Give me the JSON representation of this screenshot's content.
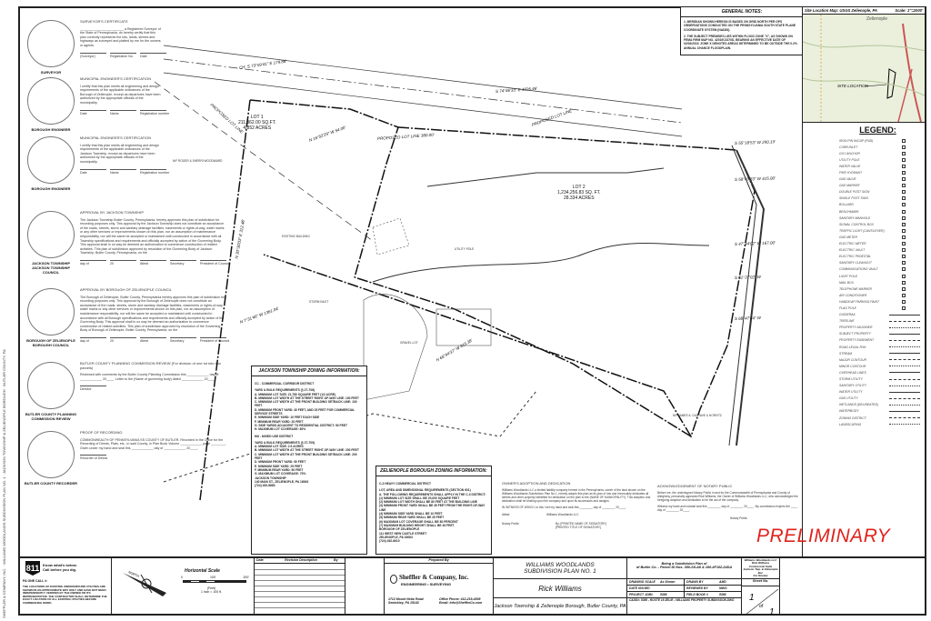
{
  "side_text": "SHEFFLER & COMPANY, INC. · WILLIAMS WOODLANDS SUBDIVISION PLAN NO. 1 · JACKSON TOWNSHIP & ZELIENOPLE BOROUGH · BUTLER COUNTY, PA",
  "certificates": [
    {
      "seal": "SURVEYOR",
      "title": "SURVEYOR'S CERTIFICATE",
      "text": "________________________ a Registered Surveyor of the State of Pennsylvania, do hereby certify that this plan correctly represents the lots, lands, streets and highways as surveyed and platted by me for the owners or agents.",
      "lines": [
        "(Surveyor)",
        "Registration No.",
        "Date"
      ]
    },
    {
      "seal": "BOROUGH ENGINEER",
      "title": "MUNICIPAL ENGINEER'S CERTIFICATION",
      "text": "I certify that this plan meets all engineering and design requirements of the applicable ordinances of the Borough of Zelienople, except as departures have been authorized by the appropriate officials of the municipality.",
      "lines": [
        "Date",
        "Name",
        "Registration number"
      ]
    },
    {
      "seal": "BOROUGH ENGINEER",
      "title": "MUNICIPAL ENGINEER'S CERTIFICATION",
      "text": "I certify that this plan meets all engineering and design requirements of the applicable ordinances of the Jackson Township, except as departures have been authorized by the appropriate officials of the municipality.",
      "lines": [
        "Date",
        "Name",
        "Registration number"
      ]
    },
    {
      "seal": "JACKSON TOWNSHIP JACKSON TOWNSHIP COUNCIL",
      "title": "APPROVAL BY JACKSON TOWNSHIP",
      "text": "The Jackson Township Butler County, Pennsylvania, hereby approves this plan of subdivision for recording purposes only. This approval by the Jackson Township does not constitute an acceptance of the roads, streets, storm and sanitary drainage facilities, easements or rights-of-way, water mains or any other services or improvements shown on this plan, nor an assumption of maintenance responsibility, nor will the same be accepted or maintained until constructed in accordance with all Township specifications and requirements and officially accepted by action of the Governing Body. This approval shall in no way be deemed an authorization to commence construction of related activities. This plan of subdivision approved by resolution of the Governing Body of Jackson Township, Butler County, Pennsylvania, on the",
      "lines": [
        "day of",
        "20",
        "Attest",
        "Secretary",
        "President of Council"
      ]
    },
    {
      "seal": "BOROUGH OF ZELIENOPLE BOROUGH COUNCIL",
      "title": "APPROVAL BY BOROUGH OF ZELIENOPLE COUNCIL",
      "text": "The Borough of Zelienople, Butler County, Pennsylvania hereby approves this plan of subdivision for recording purposes only. This approval by the Borough of Zelienople does not constitute an acceptance of the roads, streets, storm and sanitary drainage facilities, easements or rights-of-way, water mains or any other services or improvements shown on this plan, nor an assumption of maintenance responsibility, nor will the same be accepted or maintained until constructed in accordance with all Borough specifications and requirements and officially accepted by action of the Governing Body. This approval shall in no way be deemed an authorization to commence construction of related activities. This plan of subdivision approved by resolution of the Governing Body of Borough of Zelienople, Butler County, Pennsylvania, on the",
      "lines": [
        "day of",
        "20",
        "Attest",
        "Secretary",
        "President of Council"
      ]
    },
    {
      "seal": "BUTLER COUNTY PLANNING COMMISSION REVIEW",
      "title": "BUTLER COUNTY PLANNING COMMISSION REVIEW (For division of one lot into two parcels)",
      "text": "Reviewed with comments by the Butler County Planning Commission this ____________ day of ____________ 20____. Letter to the (Name of governing body) dated ____________ 20____.",
      "lines": [
        "Director"
      ]
    },
    {
      "seal": "BUTLER COUNTY RECORDER",
      "title": "PROOF OF RECORDING",
      "text": "COMMONWEALTH OF PENNSYLVANIA SS COUNTY OF BUTLER. Recorded in the Office for the Recording of Deeds, Plats, etc., in said County, in Plan Book Volume ____________ page ________. Given under my hand and seal this ____________ day of ____________ 20____.",
      "lines": [
        "Recorder of Deeds"
      ]
    }
  ],
  "general_notes": {
    "title": "GENERAL NOTES:",
    "items": [
      "1. MERIDIAN SHOWN HEREON IS BASED ON GRID NORTH PER GPS OBSERVATIONS CONDUCTED ON THE PENNSYLVANIA SOUTH STATE PLANE COORDINATE SYSTEM (NAD83).",
      "2. THE SUBJECT PREMISES LIES WITHIN FLOOD ZONE \"X\", AS SHOWN ON FEMA FIRM MAP NO. 42019C0270D, BEARING AN EFFECTIVE DATE OF 02/04/2015. ZONE X DENOTES AREAS DETERMINED TO BE OUTSIDE THE 0.2% ANNUAL CHANCE FLOODPLAIN."
    ]
  },
  "site_map": {
    "title": "Site Location Map: USGS Zelienople, PA",
    "scale": "Scale: 1\"=2000'",
    "town": "Zelienople",
    "label": "SITE LOCATION"
  },
  "legend": {
    "title": "LEGEND:",
    "items": [
      "IRON PIN W/CAP (FND)",
      "CURB INLET",
      "GUY ANCHOR",
      "UTILITY POLE",
      "WATER VALVE",
      "FIRE HYDRANT",
      "GAS VALVE",
      "GAS MARKER",
      "DOUBLE POST SIGN",
      "SINGLE POST SIGN",
      "BOLLARD",
      "BENCHMARK",
      "SANITARY MANHOLE",
      "SIGNAL CONTROL BOX",
      "TRAFFIC LIGHT (CANTILEVER)",
      "GAS METER",
      "ELECTRIC METER",
      "ELECTRIC VAULT",
      "ELECTRIC PEDESTAL",
      "SANITARY CLEANOUT",
      "COMMUNICATIONS VAULT",
      "LIGHT POLE",
      "MAIL BOX",
      "TELEPHONE MARKER",
      "AIR CONDITIONER",
      "HANDICAP PARKING PAINT",
      "FLAG POLE",
      "GUIDERAIL",
      "TREELINE",
      "PROPERTY ADJOINER",
      "SUBJECT PROPERTY",
      "PROPERTY EASEMENT",
      "ROAD LEGAL R/W",
      "STREAM",
      "MAJOR CONTOUR",
      "MINOR CONTOUR",
      "OVERHEAD LINES",
      "STORM UTILITY",
      "SANITARY UTILITY",
      "WATER UTILITY",
      "GAS UTILITY",
      "WETLANDS (DELINEATED)",
      "WATERBODY",
      "ZONING DISTRICT",
      "LANDSCAPING"
    ]
  },
  "plan": {
    "lot1": {
      "name": "LOT 1",
      "area": "211,362.00 SQ.FT.",
      "acres": "4.852 ACRES"
    },
    "lot2": {
      "name": "LOT 2",
      "area": "1,234,256.83 SQ. FT.",
      "acres": "28.334 ACRES"
    },
    "bearings": [
      "N 30°30'03\" E 312.46'",
      "CH: S 73°59'41\" E 179.88'",
      "N 16°52'29\" W 54.00'",
      "S 74°46'33\" E 1026.46'",
      "S 55°18'53\" W 290.19'",
      "S 58°49'33\" W 415.00'",
      "S 47°44'02\" W 167.00'",
      "S 31°37'02\" W",
      "S 68°47'44\" W",
      "N 7°31'46\" W 1361.04'",
      "N 68°44'37\" W 815.38'",
      "PROPOSED LOT LINE",
      "PROPOSED LOT LINE 380.00'",
      "PROPOSED LOT LINE"
    ],
    "labels": [
      "N/F ROGER & SHERRI WOODWARD",
      "STORM INLET",
      "UTILITY POLE",
      "N/F JAMES A. GUSTAVE & HORVITZ",
      "GRAVEL LOT",
      "EXISTING BUILDING"
    ]
  },
  "jackson_zoning": {
    "title": "JACKSON TOWNSHIP ZONING INFORMATION:",
    "body": [
      "CC - COMMERCIAL CORRIDOR DISTRICT",
      "YARD & BULK REQUIREMENTS (§ 27-708)",
      "A. MINIMUM LOT SIZE: 21,780 SQUARE FEET (1/2 ACRE)",
      "B. MINIMUM LOT WIDTH AT THE STREET RIGHT-OF-WAY LINE: 100 FEET",
      "C. MINIMUM LOT WIDTH AT THE FRONT BUILDING SETBACK LINE: 100 FEET",
      "D. MINIMUM FRONT YARD: 40 FEET, AND 25 FEET FOR COMMERCIAL SERVICE STREETS",
      "E. MINIMUM SIDE YARD: 10 FEET EACH SIDE",
      "F. MINIMUM REAR YARD: 20 FEET",
      "G. SIDE YARDS ADJACENT TO RESIDENTIAL DISTRICT: 50 FEET",
      "H. MAXIMUM LOT COVERAGE: 80%",
      "MU - MIXED USE DISTRICT",
      "YARD & BULK REQUIREMENTS (§ 27-709)",
      "A. MINIMUM LOT SIZE: 2.5 ACRES",
      "B. MINIMUM LOT WIDTH AT THE STREET RIGHT-OF-WAY LINE: 200 FEET",
      "C. MINIMUM LOT WIDTH AT THE FRONT BUILDING SETBACK LINE: 200 FEET",
      "D. MINIMUM FRONT YARD: 50 FEET",
      "E. MINIMUM SIDE YARD: 25 FEET",
      "F. MINIMUM REAR YARD: 50 FEET",
      "G. MAXIMUM LOT COVERAGE: 70%",
      "JACKSON TOWNSHIP",
      "140 MAIN ST., ZELIENOPLE, PA 16063",
      "(724) 452-8883"
    ]
  },
  "zelienople_zoning": {
    "title": "ZELIENOPLE BOROUGH ZONING INFORMATION:",
    "body": [
      "C-3 HEAVY COMMERCIAL DISTRICT",
      "LOT, AREA AND DIMENSIONAL REQUIREMENTS (SECTION 601)",
      "A. THE FOLLOWING REQUIREMENTS SHALL APPLY IN THE C-3 DISTRICT:",
      "(1) MINIMUM LOT SIZE SHALL BE 20,000 SQUARE FEET",
      "(2) MINIMUM LOT WIDTH SHALL BE 80 FEET AT THE BUILDING LINE",
      "(3) MINIMUM FRONT YARD SHALL BE 35 FEET FROM THE RIGHT-OF-WAY LINE",
      "(4) MINIMUM SIDE YARD SHALL BE 10 FEET",
      "(5) MINIMUM REAR YARD SHALL BE 25 FEET",
      "(6) MAXIMUM LOT COVERAGE SHALL BE 80 PERCENT",
      "(7) MAXIMUM BUILDING HEIGHT SHALL BE 45 FEET",
      "BOROUGH OF ZELIENOPLE",
      "111 WEST NEW CASTLE STREET",
      "ZELIENOPLE, PA 16063",
      "(724) 452-6610"
    ]
  },
  "owners": {
    "title": "OWNER'S ADOPTION AND DEDICATION",
    "text": "Williams Woodlands LLC a limited liability company formed in the Pennsylvania, owner of the land shown on the Williams Woodlands Subdivision Plan No.1, hereby adopts this plan as its plan of lots and irrevocably dedicates all streets and other property identified for dedication on the plan to the (NAME OF MUNICIPALITY). This adoption and dedication shall be binding upon the company and upon its successors and assigns.",
    "witness": "IN WITNESS OF WHICH, to this I set my hand and seal this ________ day of ________ 20____.",
    "attest": "Attest:",
    "company": "Williams Woodlands LLC",
    "notary": "Notary Public",
    "by": "By:",
    "printed_name": "[PRINTED NAME OF SIGNATORY]",
    "printed_title": "[PRINTED TITLE OF SIGNATORY]"
  },
  "notary": {
    "title": "ACKNOWLEDGEMENT OF NOTARY PUBLIC",
    "text": "Before me, the undersigned Notary Public in and for the Commonwealth of Pennsylvania and County of Allegheny, personally appeared Rick Williams, the Owner of Williams Woodlands LLC, who acknowledged the foregoing adoption and dedication to be the act of the company.",
    "witness": "Witness my hand and notarial seal this ________ day of ________ 20____. My commission expires the ____ day of ________ 20____.",
    "sign": "Notary Public"
  },
  "preliminary": "PRELIMINARY",
  "pa811": {
    "logo": "811",
    "line1": "Know what's below.",
    "line2": "Call before you dig.",
    "serial": "PA ONE CALL #:",
    "disclaimer": "THE LOCATIONS OF EXISTING UNDERGROUND UTILITIES ARE SHOWN IN AN APPROXIMATE WAY ONLY AND HAVE NOT BEEN INDEPENDENTLY VERIFIED BY THE OWNER OR ITS REPRESENTATIVE. THE CONTRACTOR SHALL DETERMINE THE EXACT LOCATION OF ALL EXISTING UTILITIES BEFORE COMMENCING WORK."
  },
  "scale": {
    "north": "NORTH",
    "title": "Horizontal Scale",
    "ticks": [
      "0",
      "100'",
      "200'"
    ],
    "unit": "(Feet)",
    "ratio": "1 inch = 100 ft."
  },
  "title_block": {
    "revision_headers": [
      "Date",
      "Revision Description",
      "By"
    ],
    "prepared_by": "Prepared By",
    "firm": "Sheffler & Company, Inc.",
    "firm_sub": "ENGINEERING • SURVEYING",
    "address": [
      "1712 Mount Nebo Road",
      "Sewickley, PA 15143"
    ],
    "contact": [
      "Office Phone: 412-219-4509",
      "Email: Info@ShefflerCo.com"
    ],
    "project_title": [
      "WILLIAMS WOODLANDS",
      "SUBDIVISION PLAN NO. 1"
    ],
    "client": "Rick Williams",
    "location": "Jackson Township & Zelienople Borough, Butler County, PA",
    "description": [
      "Being a Subdivision Plan of",
      "of Butler Co. - Parcel ID Nos. 350-S8-A8 & 180-4F102-24DA"
    ],
    "fields": [
      {
        "label": "DRAWING SCALE",
        "value": "As Shown",
        "label2": "DRAWN BY",
        "value2": "AMD"
      },
      {
        "label": "DATE ISSUED",
        "value": "",
        "label2": "REVIEWED BY",
        "value2": "MWG"
      },
      {
        "label": "PROJECT JOB#",
        "value": "5356",
        "label2": "FIELD BOOK #",
        "value2": "5356"
      }
    ],
    "cadd": "CADD#: 5356 - ROUTE 19 ZELIE - WILLIAMS PROPERTY SUBDIVISION.DWG",
    "owner_block": [
      "Williams Woodlands LLC",
      "Rick Williams",
      "Commercial Suite",
      "Jackson Twp. & Zelienople Bor.",
      "For Review"
    ],
    "sheet_label": "Sheet No.",
    "sheet": "1",
    "of": "of",
    "total": "1"
  }
}
